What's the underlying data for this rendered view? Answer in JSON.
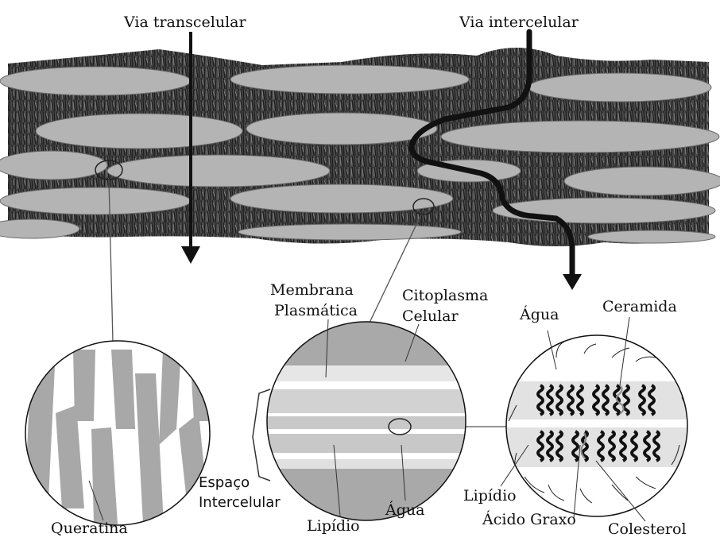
{
  "labels": {
    "via_transcelular": "Via transcelular",
    "via_intercelular": "Via intercelular",
    "membrana": "Membrana",
    "plasmatica": "Plasmática",
    "citoplasma": "Citoplasma",
    "celular": "Celular",
    "agua_top": "Água",
    "ceramida": "Ceramida",
    "espaco": "Espaço",
    "intercelular": "Intercelular",
    "queratina": "Queratina",
    "lipidio_center": "Lipídio",
    "agua_center": "Água",
    "lipidio_right": "Lipídio",
    "acido_graxo": "Ácido Graxo",
    "colesterol": "Colesterol"
  },
  "colors": {
    "cell_fill": "#b4b4b4",
    "matrix_dark": "#3a3a3a",
    "stroke": "#111111",
    "lipid_band": "#d2d2d2",
    "membrane_band": "#a9a9a9"
  }
}
